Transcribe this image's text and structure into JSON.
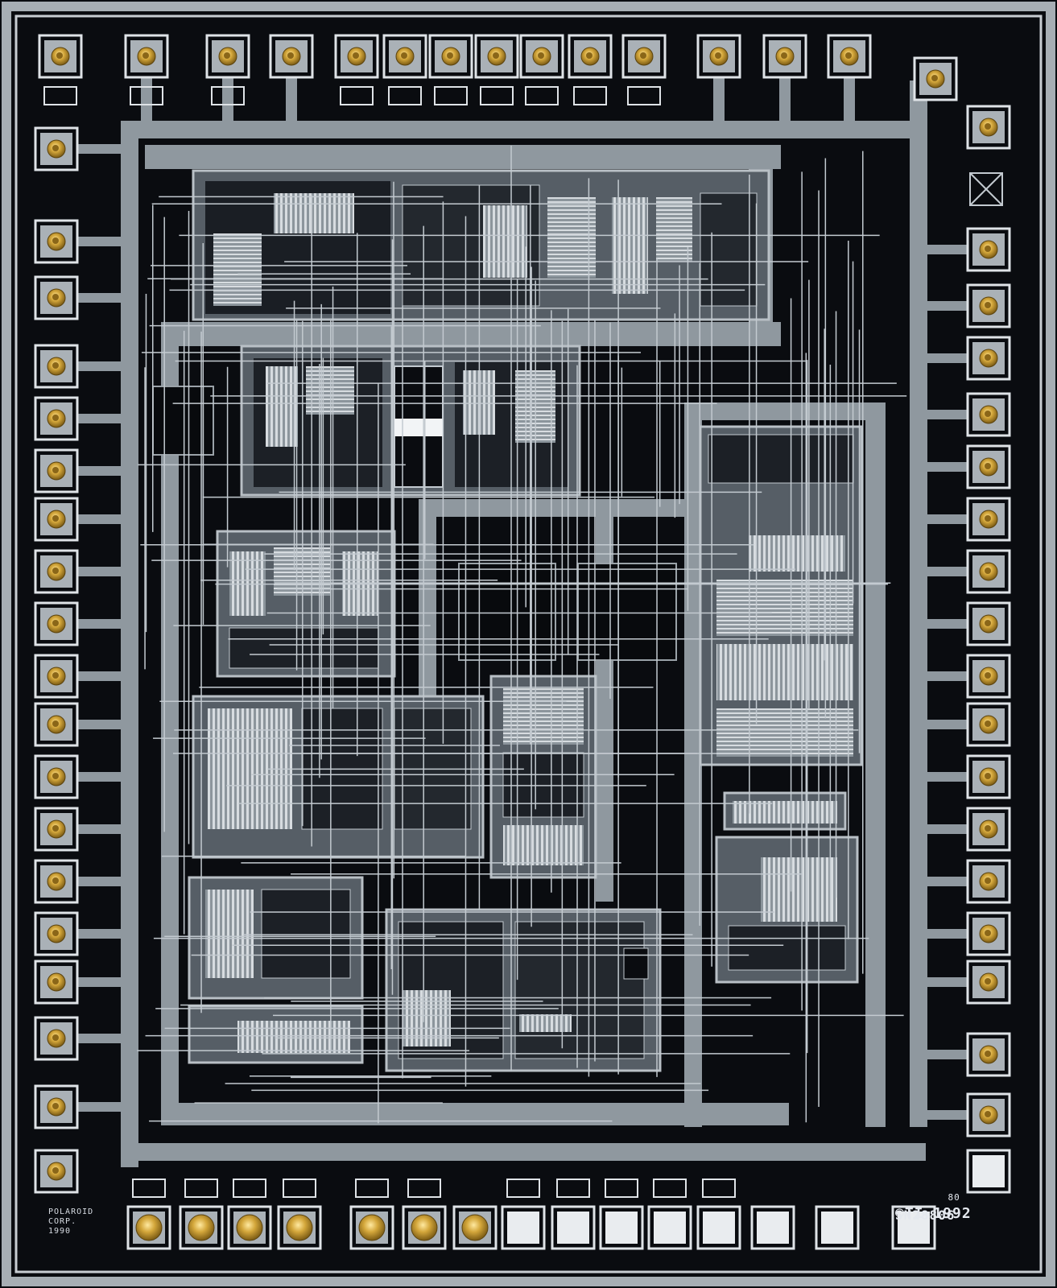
{
  "markings": {
    "mask_code": "80",
    "copyright": "©TI 1992",
    "part_number": "SN28806",
    "designer_line1": "POLAROID",
    "designer_line2": "CORP.",
    "designer_year": "1990"
  },
  "colors": {
    "substrate": "#0a0c10",
    "metal": "#9ea6ac",
    "metal_dark": "#6f777e",
    "trace": "#c3cad0",
    "gold": "#c9a33a",
    "pad_frame": "#dfe3e7",
    "blank_pad": "#e9ecef"
  }
}
